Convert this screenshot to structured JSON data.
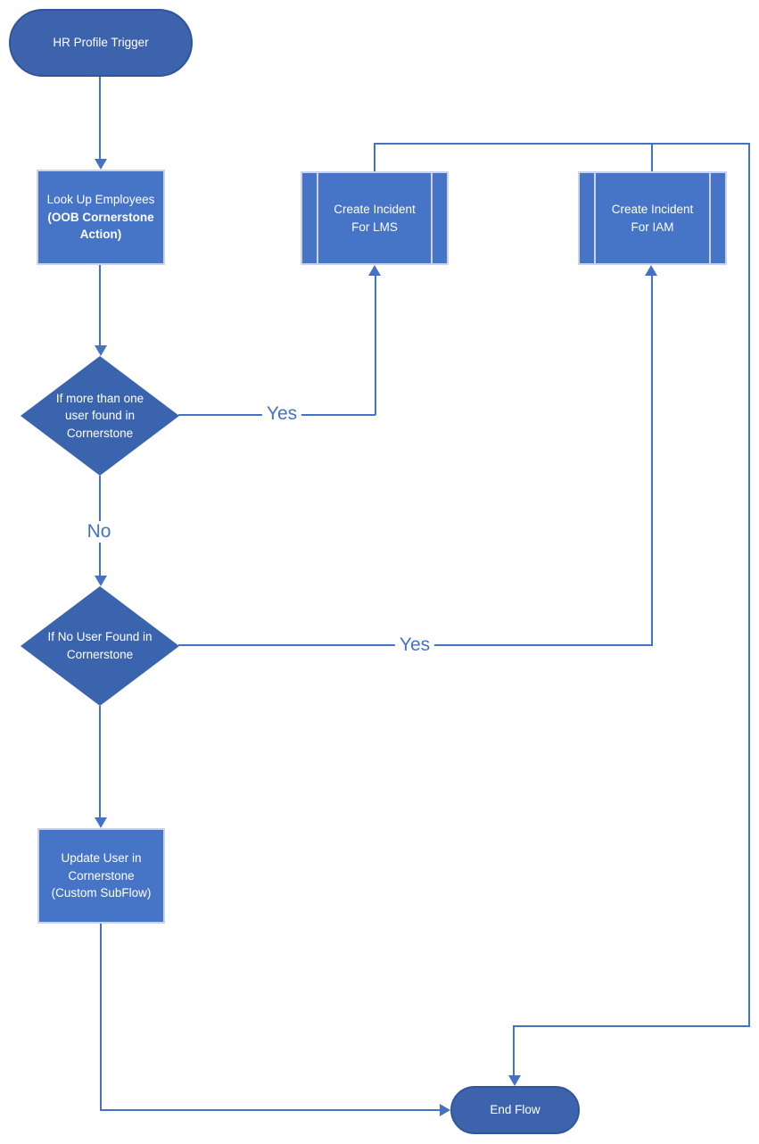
{
  "nodes": {
    "hr_trigger": {
      "label": "HR Profile Trigger"
    },
    "lookup_employees": {
      "line1": "Look Up Employees",
      "line2": "(OOB Cornerstone",
      "line3": "Action)"
    },
    "create_incident_lms": {
      "line1": "Create Incident",
      "line2": "For LMS"
    },
    "create_incident_iam": {
      "line1": "Create Incident",
      "line2": "For IAM"
    },
    "decision_multiple_users": {
      "line1": "If more than one",
      "line2": "user found in",
      "line3": "Cornerstone"
    },
    "decision_no_user": {
      "line1": "If No User Found in",
      "line2": "Cornerstone"
    },
    "update_user": {
      "line1": "Update User in",
      "line2": "Cornerstone",
      "line3": "(Custom SubFlow)"
    },
    "end_flow": {
      "label": "End Flow"
    }
  },
  "edge_labels": {
    "yes_to_lms": "Yes",
    "no_to_next_check": "No",
    "yes_to_iam": "Yes"
  },
  "colors": {
    "terminator_fill": "#3C63AC",
    "terminator_border": "#31549E",
    "process_fill": "#4674C6",
    "process_border": "#CCD4E2",
    "decision_fill": "#3A64AE",
    "connector": "#4472C4",
    "edge_label_text": "#4472C4",
    "node_text": "#FFFFFF"
  }
}
